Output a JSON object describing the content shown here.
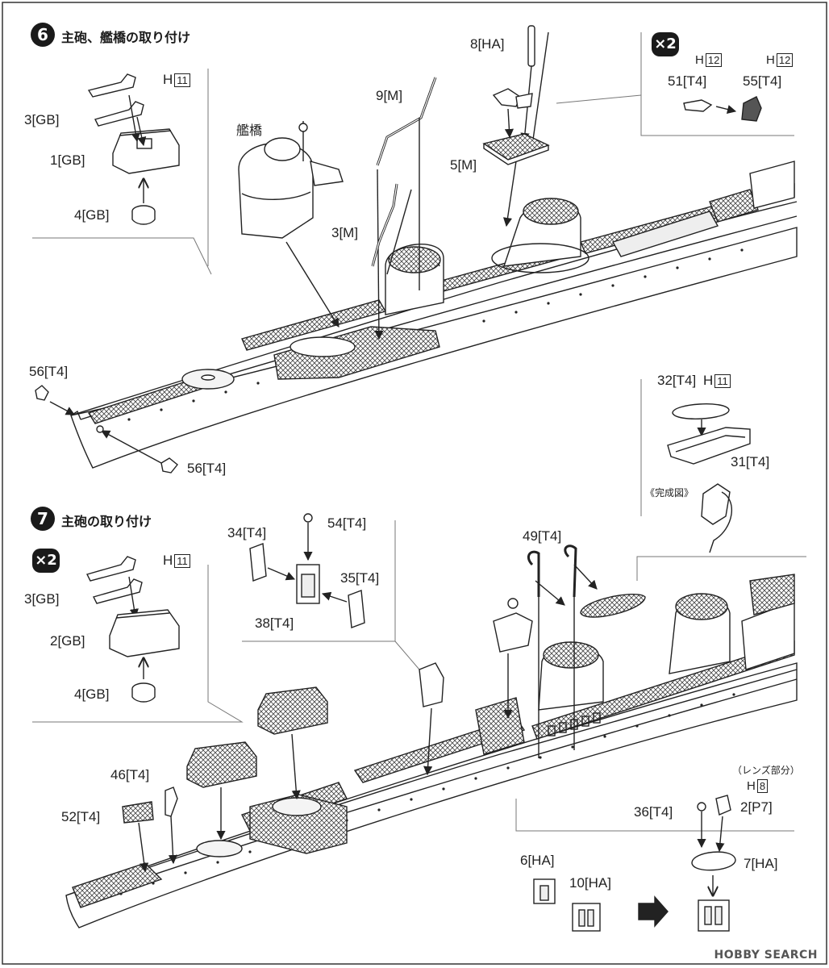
{
  "step6": {
    "number": "6",
    "title": "主砲、艦橋の取り付け",
    "bridge_label": "艦橋",
    "multiplier": "×2",
    "parts": {
      "p3gb": "3[GB]",
      "p1gb": "1[GB]",
      "p4gb": "4[GB]",
      "h11": "11",
      "h_prefix": "H",
      "p9m": "9[M]",
      "p3m": "3[M]",
      "p5m": "5[M]",
      "p8ha": "8[HA]",
      "p51t4": "51[T4]",
      "p55t4": "55[T4]",
      "h12a": "12",
      "h12b": "12",
      "p56t4a": "56[T4]",
      "p56t4b": "56[T4]",
      "p32t4": "32[T4]",
      "h11b": "11",
      "p31t4": "31[T4]",
      "completed": "《完成図》"
    }
  },
  "step7": {
    "number": "7",
    "title": "主砲の取り付け",
    "multiplier": "×2",
    "parts": {
      "p3gb": "3[GB]",
      "p2gb": "2[GB]",
      "p4gb": "4[GB]",
      "h11": "11",
      "p34t4": "34[T4]",
      "p54t4": "54[T4]",
      "p35t4": "35[T4]",
      "p38t4": "38[T4]",
      "p49t4": "49[T4]",
      "p46t4": "46[T4]",
      "p52t4": "52[T4]",
      "p36t4": "36[T4]",
      "p2p7": "2[P7]",
      "h8": "8",
      "lens_note": "（レンズ部分）",
      "p6ha": "6[HA]",
      "p10ha": "10[HA]",
      "p7ha": "7[HA]"
    }
  },
  "watermark": "HOBBY SEARCH"
}
